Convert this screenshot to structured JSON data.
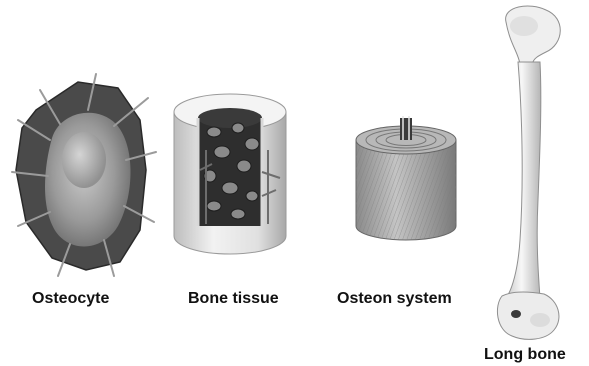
{
  "labels": {
    "osteocyte": "Osteocyte",
    "bone_tissue": "Bone tissue",
    "osteon_system": "Osteon system",
    "long_bone": "Long bone"
  }
}
